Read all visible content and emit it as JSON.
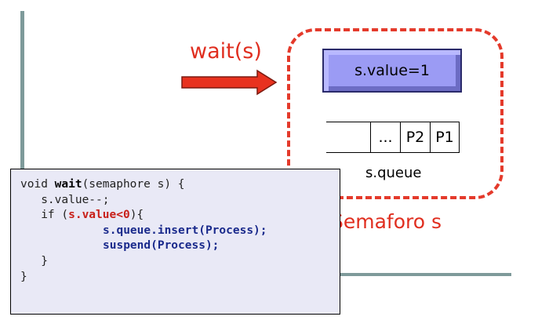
{
  "wait_label": "wait(s)",
  "semaphore": {
    "value_label": "s.value=1",
    "queue_cells": [
      "",
      "...",
      "P2",
      "P1"
    ],
    "queue_label": "s.queue",
    "name": "Semaforo s"
  },
  "code": {
    "l1_prefix": "void ",
    "l1_keyword": "wait",
    "l1_suffix": "(semaphore s) {",
    "l2": "   s.value--;",
    "l3_prefix": "   if (",
    "l3_cond": "s.value<0",
    "l3_suffix": "){",
    "l4": "s.queue.insert(Process);",
    "l5": "suspend(Process);",
    "l6": "   }",
    "l7": "}"
  },
  "colors": {
    "accent_red": "#e02e1f",
    "value_box": "#9b9bf4",
    "code_bg": "#e9e9f6",
    "frame": "#7e9a9a"
  }
}
